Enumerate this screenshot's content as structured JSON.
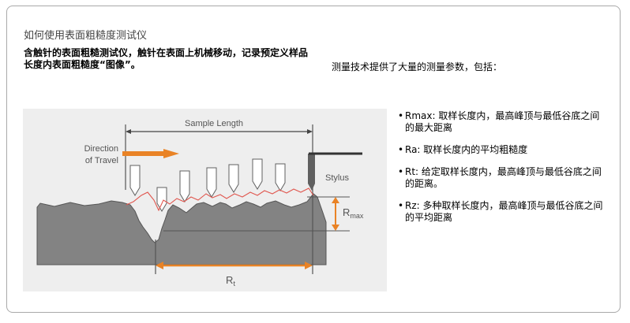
{
  "header": {
    "title": "如何使用表面粗糙度测试仪",
    "intro": "含触针的表面粗糙测试仪，触针在表面上机械移动，记录预定义样品长度内表面粗糙度“图像”。",
    "measure_intro": "测量技术提供了大量的测量参数，包括："
  },
  "diagram": {
    "sample_length_label": "Sample Length",
    "direction_line1": "Direction",
    "direction_line2": "of Travel",
    "stylus_label": "Stylus",
    "rmax_label": "R",
    "rmax_sub": "max",
    "rt_label": "R",
    "rt_sub": "t",
    "colors": {
      "surface": "#838383",
      "profile": "#555555",
      "arrow": "#e98326",
      "mean_line": "#e0564e",
      "stylus": "#606060"
    }
  },
  "parameters": [
    {
      "text": "Rmax:  取样长度内，最高峰顶与最低谷底之间的最大距离"
    },
    {
      "text": "Ra: 取样长度内的平均粗糙度"
    },
    {
      "text": "Rt:    给定取样长度内，最高峰顶与最低谷底之间的距离。"
    },
    {
      "text": "Rz:    多种取样长度内，最高峰顶与最低谷底之间的平均距离"
    }
  ]
}
